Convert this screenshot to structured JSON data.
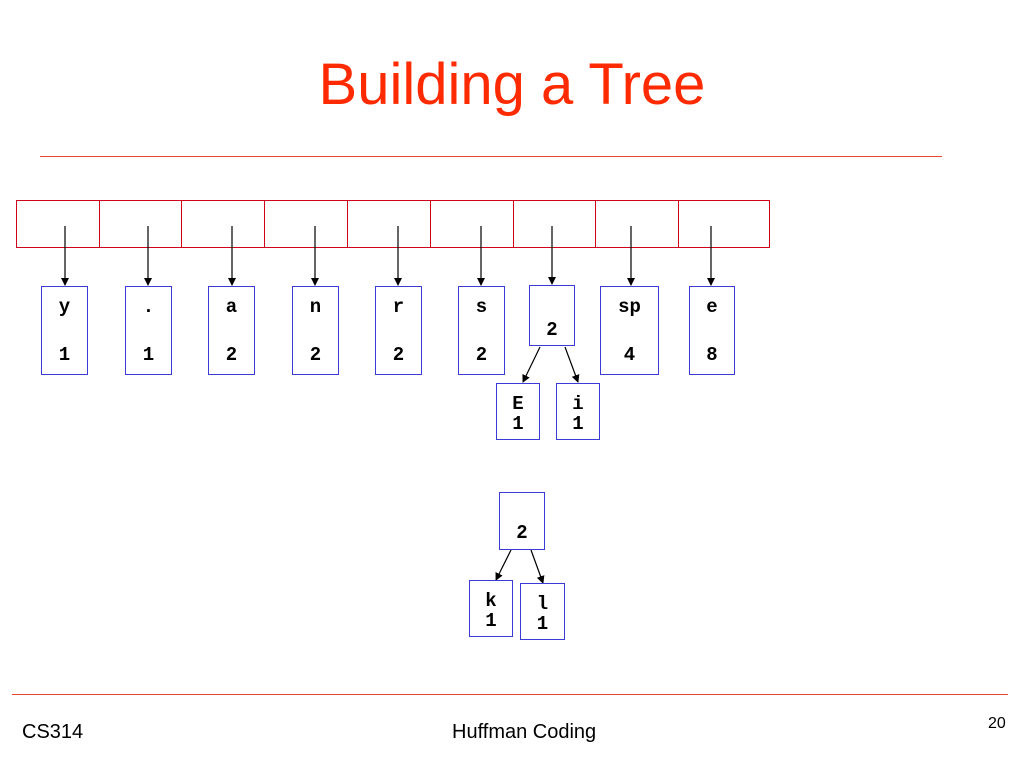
{
  "slide": {
    "title": "Building a Tree",
    "footer_left": "CS314",
    "footer_center": "Huffman Coding",
    "page_number": "20"
  },
  "queue_nodes": [
    {
      "symbol": "y",
      "count": "1"
    },
    {
      "symbol": ".",
      "count": "1"
    },
    {
      "symbol": "a",
      "count": "2"
    },
    {
      "symbol": "n",
      "count": "2"
    },
    {
      "symbol": "r",
      "count": "2"
    },
    {
      "symbol": "s",
      "count": "2"
    },
    {
      "symbol": "",
      "count": "2",
      "children": [
        {
          "symbol": "E",
          "count": "1"
        },
        {
          "symbol": "i",
          "count": "1"
        }
      ]
    },
    {
      "symbol": "sp",
      "count": "4"
    },
    {
      "symbol": "e",
      "count": "8"
    }
  ],
  "new_subtree": {
    "count": "2",
    "children": [
      {
        "symbol": "k",
        "count": "1"
      },
      {
        "symbol": "l",
        "count": "1"
      }
    ]
  },
  "colors": {
    "title": "#ff2a00",
    "array_border": "#d0021b",
    "node_border": "#3b3bd6"
  }
}
